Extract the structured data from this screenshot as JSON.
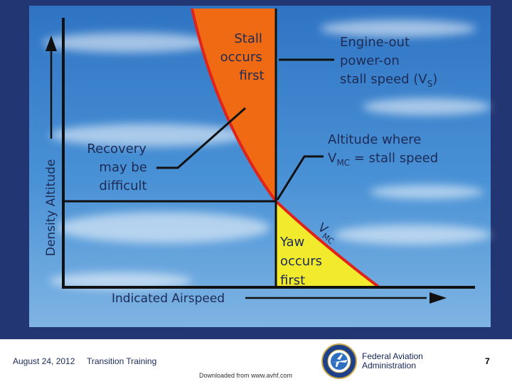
{
  "diagram": {
    "stall_region_label": [
      "Stall",
      "occurs",
      "first"
    ],
    "yaw_region_label": [
      "Yaw",
      "occurs",
      "first"
    ],
    "engine_out_label": [
      "Engine-out",
      "power-on",
      "stall speed (V",
      "S",
      ")"
    ],
    "altitude_where_label": [
      "Altitude  where",
      "V",
      "MC",
      " = stall speed"
    ],
    "recovery_label": [
      "Recovery",
      "may be",
      "difficult"
    ],
    "vmc_curve_label": [
      "V",
      "MC"
    ],
    "y_axis_label": "Density Altitude",
    "x_axis_label": "Indicated Airspeed",
    "colors": {
      "stall_region": "#ef6a12",
      "yaw_region": "#f2ea2c",
      "vmc_curve": "#e0231b",
      "sky": "#3d87cf",
      "text": "#1d2b56"
    }
  },
  "footer": {
    "date": "August 24, 2012",
    "course": "Transition Training",
    "agency_line1": "Federal Aviation",
    "agency_line2": "Administration",
    "page_number": "7",
    "source": "Downloaded from www.avhf.com"
  }
}
